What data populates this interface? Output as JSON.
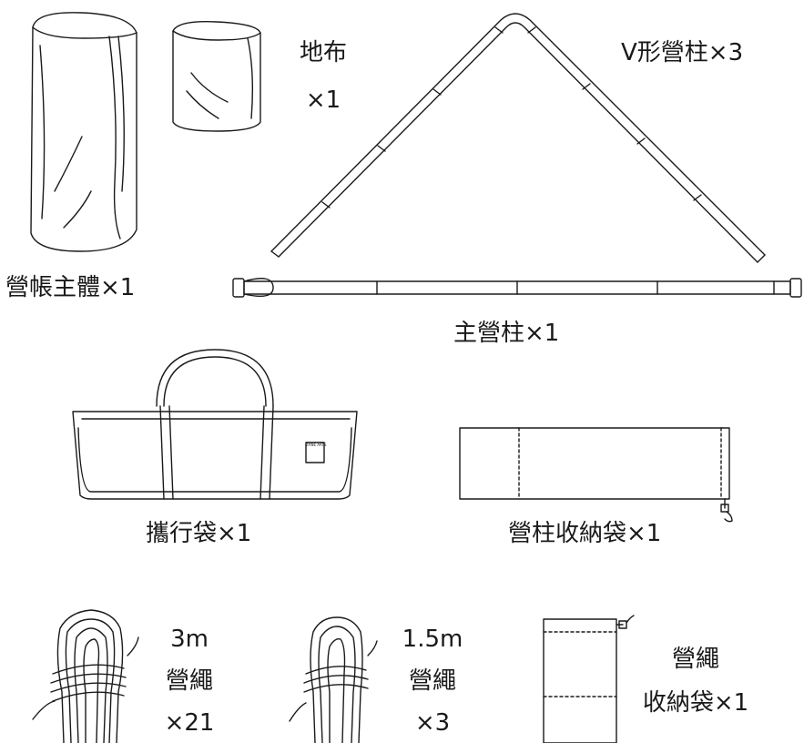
{
  "items": {
    "ground_sheet": {
      "name": "地布",
      "qty": "×1"
    },
    "v_poles": {
      "label": "V形營柱×3"
    },
    "tent_body": {
      "label": "營帳主體×1"
    },
    "main_pole": {
      "label": "主營柱×1"
    },
    "carry_bag": {
      "label": "攜行袋×1"
    },
    "pole_bag": {
      "label": "營柱收納袋×1"
    },
    "rope_3m": {
      "length": "3m",
      "name": "營繩",
      "qty": "×21"
    },
    "rope_15m": {
      "length": "1.5m",
      "name": "營繩",
      "qty": "×3"
    },
    "rope_bag": {
      "line1": "營繩",
      "line2": "收納袋×1"
    },
    "logo_text": "ZANE ARTS"
  }
}
